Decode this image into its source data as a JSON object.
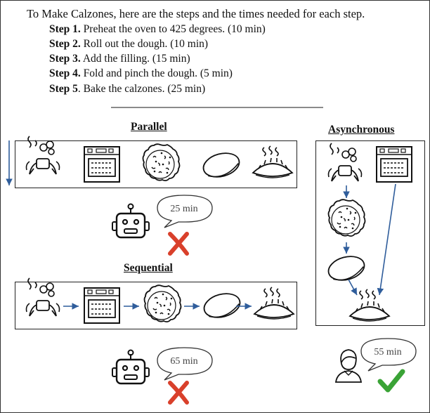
{
  "intro": "To Make Calzones, here are the steps and the times needed for each step.",
  "steps": [
    {
      "label": "Step 1.",
      "text": " Preheat the oven to 425 degrees. (10 min)"
    },
    {
      "label": "Step 2.",
      "text": " Roll out the dough. (10 min)"
    },
    {
      "label": "Step 3.",
      "text": " Add the filling. (15 min)"
    },
    {
      "label": "Step 4.",
      "text": " Fold and pinch the dough. (5 min)"
    },
    {
      "label": "Step 5",
      "text": ". Bake the calzones. (25 min)"
    }
  ],
  "sections": {
    "parallel": {
      "title": "Parallel",
      "time": "25 min",
      "result": "cross-mark-icon"
    },
    "sequential": {
      "title": "Sequential",
      "time": "65 min",
      "result": "cross-mark-icon"
    },
    "asynchronous": {
      "title": "Asynchronous",
      "time": "55 min",
      "result": "check-mark-icon"
    }
  },
  "icons": [
    "chef-icon",
    "oven-icon",
    "pizza-icon",
    "dough-icon",
    "calzone-icon",
    "robot-icon",
    "person-icon"
  ],
  "colors": {
    "arrow": "#2f5d9b",
    "cross": "#d9402b",
    "check": "#3aa336",
    "divider": "#8a8a8a"
  }
}
